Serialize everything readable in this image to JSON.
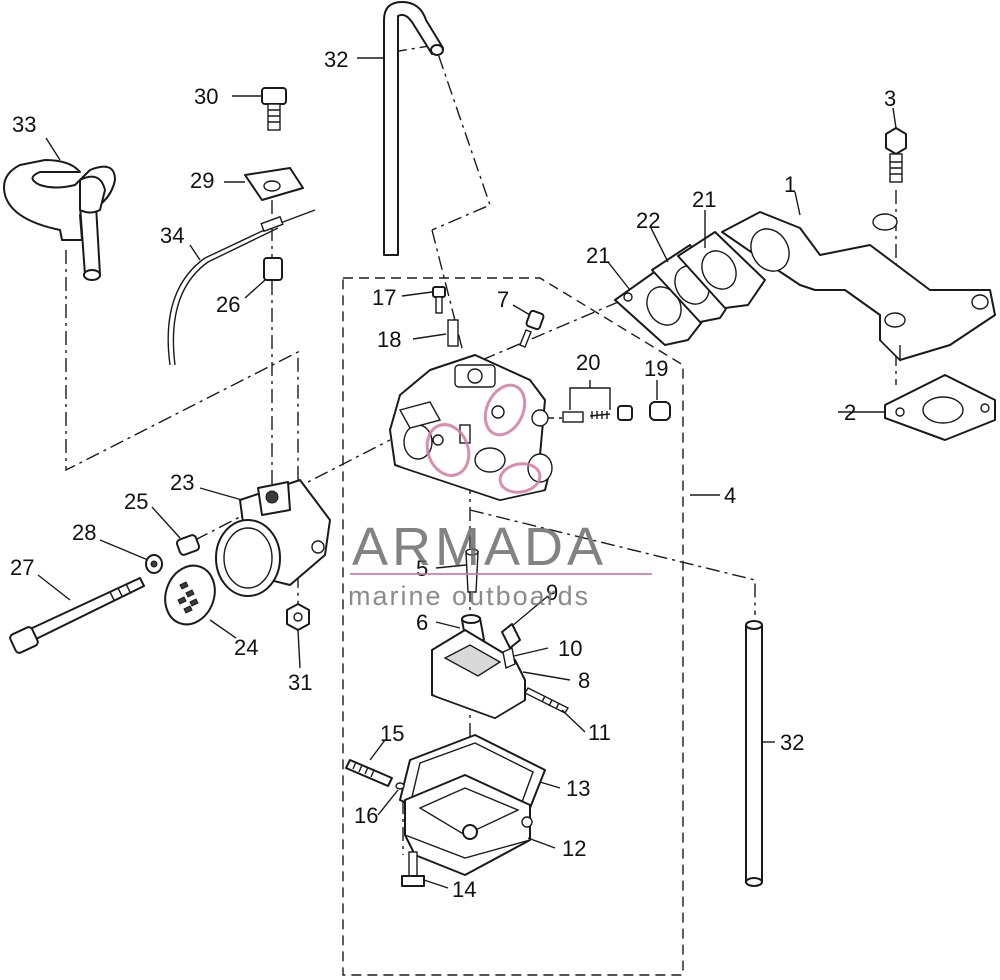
{
  "diagram": {
    "callouts": [
      {
        "id": "c1",
        "label": "1"
      },
      {
        "id": "c2",
        "label": "2"
      },
      {
        "id": "c3",
        "label": "3"
      },
      {
        "id": "c4",
        "label": "4"
      },
      {
        "id": "c5",
        "label": "5"
      },
      {
        "id": "c6",
        "label": "6"
      },
      {
        "id": "c7",
        "label": "7"
      },
      {
        "id": "c8",
        "label": "8"
      },
      {
        "id": "c9",
        "label": "9"
      },
      {
        "id": "c10",
        "label": "10"
      },
      {
        "id": "c11",
        "label": "11"
      },
      {
        "id": "c12",
        "label": "12"
      },
      {
        "id": "c13",
        "label": "13"
      },
      {
        "id": "c14",
        "label": "14"
      },
      {
        "id": "c15",
        "label": "15"
      },
      {
        "id": "c16",
        "label": "16"
      },
      {
        "id": "c17",
        "label": "17"
      },
      {
        "id": "c18",
        "label": "18"
      },
      {
        "id": "c19",
        "label": "19"
      },
      {
        "id": "c20",
        "label": "20"
      },
      {
        "id": "c21a",
        "label": "21"
      },
      {
        "id": "c21b",
        "label": "21"
      },
      {
        "id": "c22",
        "label": "22"
      },
      {
        "id": "c23",
        "label": "23"
      },
      {
        "id": "c24",
        "label": "24"
      },
      {
        "id": "c25",
        "label": "25"
      },
      {
        "id": "c26",
        "label": "26"
      },
      {
        "id": "c27",
        "label": "27"
      },
      {
        "id": "c28",
        "label": "28"
      },
      {
        "id": "c29",
        "label": "29"
      },
      {
        "id": "c30",
        "label": "30"
      },
      {
        "id": "c31",
        "label": "31"
      },
      {
        "id": "c32a",
        "label": "32"
      },
      {
        "id": "c32b",
        "label": "32"
      },
      {
        "id": "c33",
        "label": "33"
      },
      {
        "id": "c34",
        "label": "34"
      }
    ]
  },
  "watermark": {
    "brand": "ARMADA",
    "tagline": "marine outboards",
    "color": "#d27aa3"
  }
}
